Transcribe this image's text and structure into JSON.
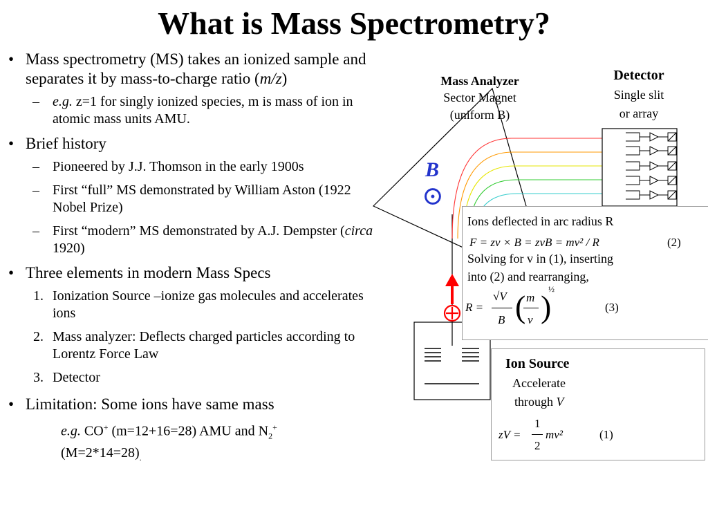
{
  "title": "What is Mass Spectrometry?",
  "bullets": {
    "b1": {
      "text_pre": "Mass spectrometry (MS) takes an ionized sample and separates it by mass-to-charge ratio (",
      "italic": "m/z",
      "text_post": ")",
      "sub": {
        "italic": "e.g.",
        "text": " z=1 for singly ionized species, m is mass of ion in atomic mass units AMU."
      }
    },
    "b2": {
      "text": "Brief history",
      "items": [
        "Pioneered by J.J. Thomson in the early 1900s",
        "First “full” MS demonstrated by William Aston (1922 Nobel Prize)"
      ],
      "item3": {
        "text_pre": "First “modern” MS demonstrated by A.J. Dempster (",
        "italic": "circa",
        "text_post": " 1920)"
      }
    },
    "b3": {
      "text": "Three elements in modern Mass Specs",
      "items": [
        {
          "num": "1.",
          "text": "Ionization Source –ionize gas molecules and accelerates ions"
        },
        {
          "num": "2.",
          "text": "Mass analyzer: Deflects charged particles according to Lorentz Force Law"
        },
        {
          "num": "3.",
          "text": "Detector"
        }
      ]
    },
    "b4": {
      "text": "Limitation: Some ions have same mass",
      "example": {
        "italic": "e.g.",
        "co": " CO",
        "plus": "+",
        "mid": "  (m=12+16=28) AMU and N",
        "two": "2",
        "plus2": "+",
        "end": "(M=2*14=28)",
        "dot": "."
      }
    }
  },
  "diagram": {
    "analyzer": {
      "title": "Mass Analyzer",
      "line1": "Sector Magnet",
      "line2": "(uniform B)"
    },
    "detector": {
      "title": "Detector",
      "line1": "Single slit",
      "line2": "or array"
    },
    "b_label": "B",
    "b_symbol": "⊙",
    "deflect_box": {
      "line1": "Ions deflected in arc radius R",
      "eq2": "F = zv × B = zvB = mv² / R",
      "eq2_num": "(2)",
      "line2": "Solving for v in (1), inserting",
      "line3": "into (2) and rearranging,",
      "eq3_r": "R =",
      "eq3_sqrt": "√V",
      "eq3_b": "B",
      "eq3_m": "m",
      "eq3_v": "v",
      "eq3_exp": "½",
      "eq3_num": "(3)"
    },
    "source_box": {
      "title": "Ion Source",
      "line1": "Accelerate",
      "line2_pre": "through ",
      "line2_var": "V",
      "eq1_left": "zV =",
      "eq1_num_top": "1",
      "eq1_den": "2",
      "eq1_right": "mv²",
      "eq1_num": "(1)"
    },
    "colors": {
      "red": "#ff0000",
      "blue": "#2233cc",
      "rays": [
        "#ff3333",
        "#ff9900",
        "#ffff00",
        "#33cc33",
        "#33cccc",
        "#33cc99"
      ]
    }
  }
}
